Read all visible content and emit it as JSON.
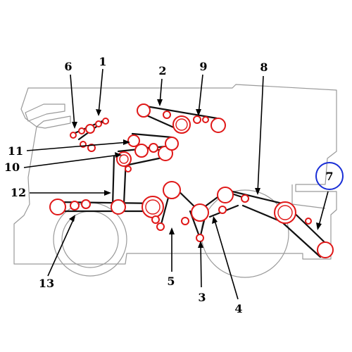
{
  "callouts": {
    "c1": "1",
    "c2": "2",
    "c3": "3",
    "c4": "4",
    "c5": "5",
    "c6": "6",
    "c7": "7",
    "c8": "8",
    "c9": "9",
    "c10": "10",
    "c11": "11",
    "c12": "12",
    "c13": "13"
  },
  "colors": {
    "pulley": "#e01818",
    "belt": "#111111",
    "outline": "#9a9a9a",
    "highlight_ring": "#1a2fd6"
  },
  "highlighted_callout": "7"
}
